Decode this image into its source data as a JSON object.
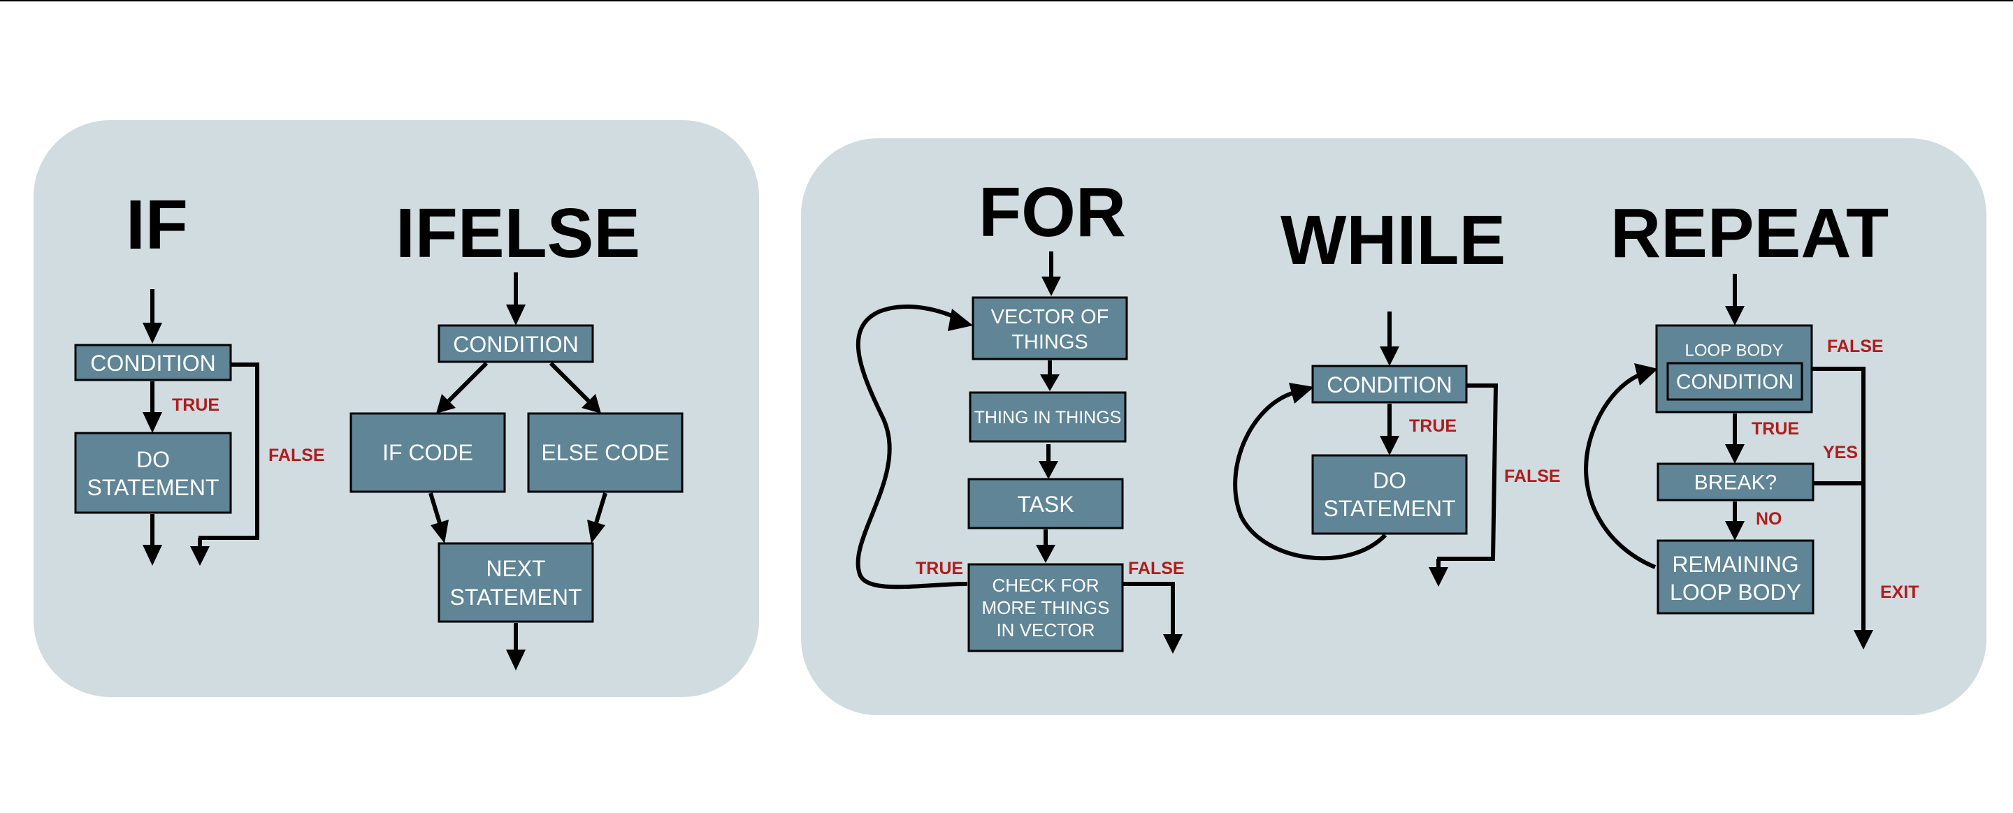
{
  "titles": {
    "if": "IF",
    "ifelse": "IFELSE",
    "for": "FOR",
    "while": "WHILE",
    "repeat": "REPEAT"
  },
  "if_block": {
    "condition": "CONDITION",
    "true": "TRUE",
    "false": "FALSE",
    "do_statement": [
      "DO",
      "STATEMENT"
    ]
  },
  "ifelse_block": {
    "condition": "CONDITION",
    "if_code": "IF CODE",
    "else_code": "ELSE CODE",
    "next_statement": [
      "NEXT",
      "STATEMENT"
    ]
  },
  "for_block": {
    "vector_of_things": [
      "VECTOR OF",
      "THINGS"
    ],
    "thing_in_things": "THING IN THINGS",
    "task": "TASK",
    "check": [
      "CHECK FOR",
      "MORE THINGS",
      "IN VECTOR"
    ],
    "true": "TRUE",
    "false": "FALSE"
  },
  "while_block": {
    "condition": "CONDITION",
    "true": "TRUE",
    "false": "FALSE",
    "do_statement": [
      "DO",
      "STATEMENT"
    ]
  },
  "repeat_block": {
    "loop_body": "LOOP BODY",
    "condition": "CONDITION",
    "false": "FALSE",
    "true": "TRUE",
    "break": "BREAK?",
    "yes": "YES",
    "no": "NO",
    "remaining": [
      "REMAINING",
      "LOOP BODY"
    ],
    "exit": "EXIT"
  }
}
